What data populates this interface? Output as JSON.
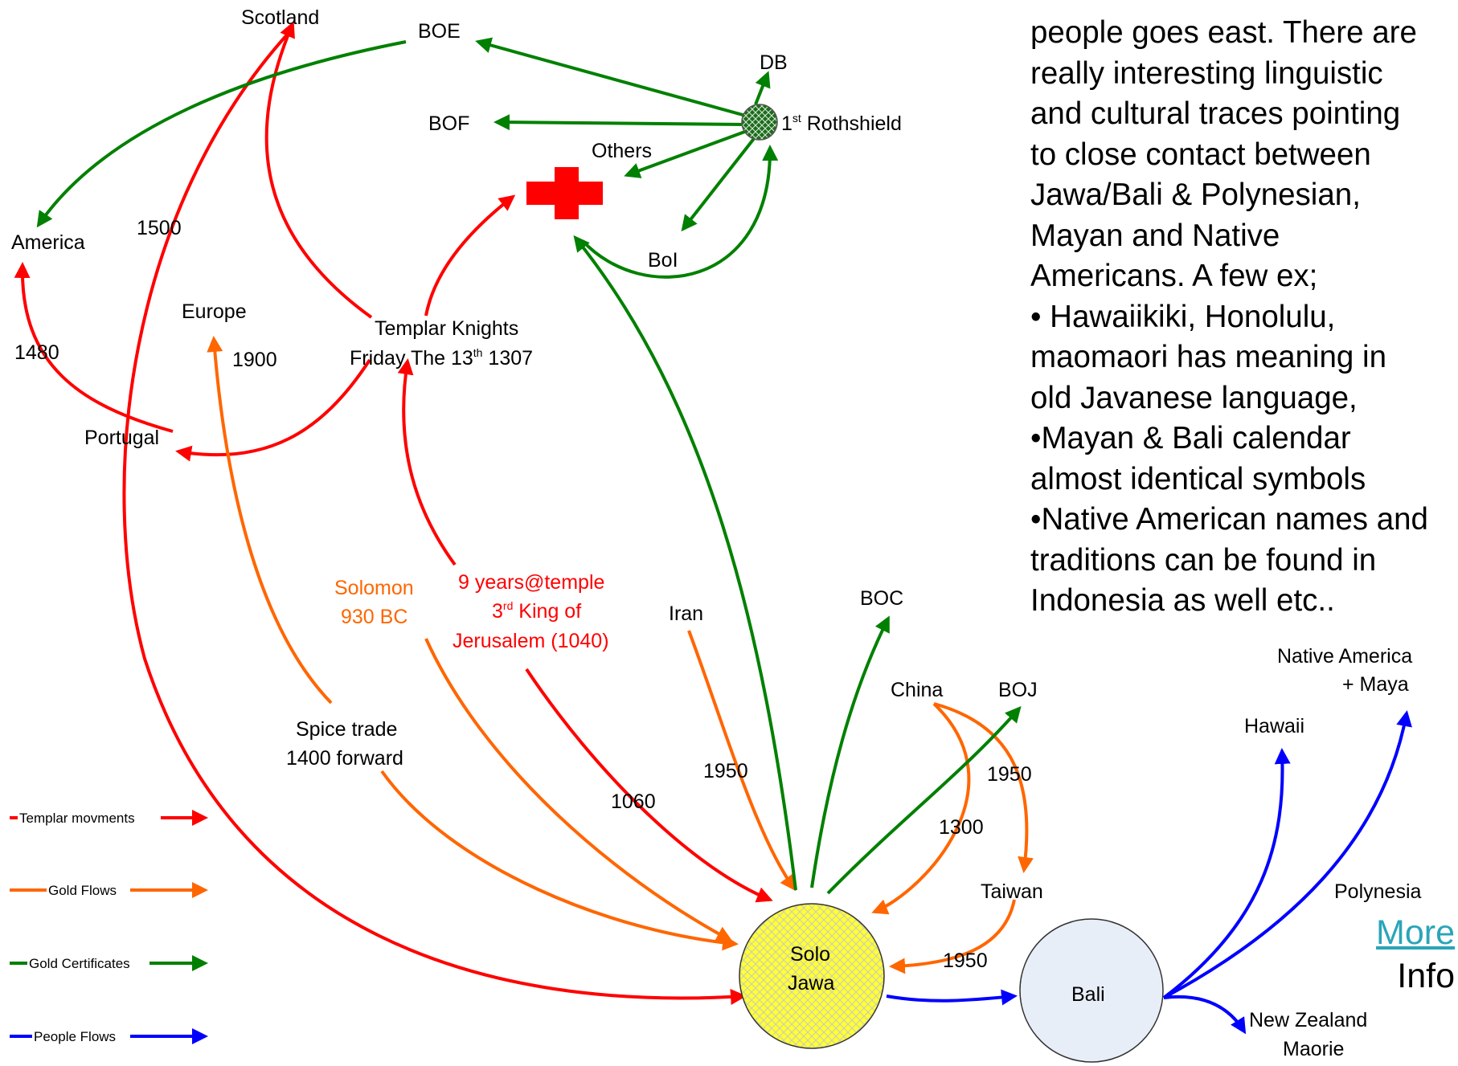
{
  "paragraph": {
    "lines": [
      "people goes east. There are",
      "really interesting linguistic",
      "and cultural traces pointing",
      "to close contact between",
      "Jawa/Bali & Polynesian,",
      "Mayan and Native",
      "Americans. A few ex;",
      "• Hawaiikiki, Honolulu,",
      "maomaori has meaning in",
      "old Javanese language,",
      "•Mayan & Bali calendar",
      "almost identical symbols",
      "•Native American names and",
      "traditions can be found in",
      "Indonesia as well etc.."
    ]
  },
  "nodes": {
    "scotland": "Scotland",
    "boe": "BOE",
    "db": "DB",
    "bof": "BOF",
    "others": "Others",
    "rothshield_pre": "1",
    "rothshield_sup": "st",
    "rothshield_post": " Rothshield",
    "boi": "BoI",
    "america": "America",
    "europe": "Europe",
    "templar_line1": "Templar Knights",
    "templar_line2_pre": "Friday The 13",
    "templar_line2_sup": "th",
    "templar_line2_post": " 1307",
    "portugal": "Portugal",
    "solomon_line1": "Solomon",
    "solomon_line2": "930 BC",
    "temple_line1": "9 years@temple",
    "temple_line2_pre": "3",
    "temple_line2_sup": "rd",
    "temple_line2_post": " King of",
    "temple_line3": "Jerusalem (1040)",
    "iran": "Iran",
    "boc": "BOC",
    "china": "China",
    "boj": "BOJ",
    "taiwan": "Taiwan",
    "spice_line1": "Spice trade",
    "spice_line2": "1400 forward",
    "solo_line1": "Solo",
    "solo_line2": "Jawa",
    "bali": "Bali",
    "hawaii": "Hawaii",
    "native_line1": "Native America",
    "native_line2": "+ Maya",
    "polynesia": "Polynesia",
    "nz_line1": "New Zealand",
    "nz_line2": "Maorie"
  },
  "edge_labels": {
    "y1500": "1500",
    "y1480": "1480",
    "y1900": "1900",
    "y1060": "1060",
    "y1950_iran": "1950",
    "y1950_boj": "1950",
    "y1300": "1300",
    "y1950_taiwan": "1950"
  },
  "legend": {
    "templar": "Templar movments",
    "gold": "Gold Flows",
    "certificates": "Gold Certificates",
    "people": "People Flows"
  },
  "links": {
    "more": "More",
    "info": "Info"
  },
  "colors": {
    "templar": "#ff0000",
    "gold": "#ff6600",
    "certificates": "#008000",
    "people": "#0000ff",
    "solo_fill": "#ffff33",
    "bali_fill": "#e8eef8",
    "link": "#2aa5b8"
  }
}
